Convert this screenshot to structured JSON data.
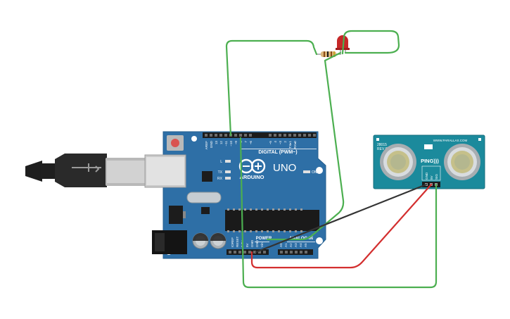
{
  "arduino": {
    "brand_text": "ARDUINO",
    "model_text": "UNO",
    "digital_header_label": "DIGITAL (PWM~)",
    "power_label": "POWER",
    "analog_label": "ANALOG IN",
    "on_label": "ON",
    "led_labels": {
      "l": "L",
      "tx": "TX",
      "rx": "RX"
    },
    "top_pin_labels": [
      "AREF",
      "GND",
      "13",
      "12",
      "~11",
      "~10",
      "~9",
      "8",
      "7",
      "~6",
      "~5",
      "4",
      "~3",
      "2",
      "TX▸1",
      "RX◂0"
    ],
    "power_pin_labels": [
      "IOREF",
      "RESET",
      "3.3V",
      "5V",
      "GND",
      "GND",
      "Vin"
    ],
    "analog_pin_labels": [
      "A0",
      "A1",
      "A2",
      "A3",
      "A4",
      "A5"
    ]
  },
  "sensor": {
    "part_code": "28015",
    "revision": "REV C",
    "url": "WWW.PARALLAX.COM",
    "name": "PING)))",
    "pin_labels": [
      "GND",
      "5V",
      "SIG"
    ]
  },
  "colors": {
    "board": "#2e6fa6",
    "board_edge": "#245e8e",
    "green_wire": "#4caf50",
    "red_wire": "#d32f2f",
    "black_wire": "#333333",
    "sensor_board": "#1b8a9c",
    "led_red": "#c62828"
  }
}
